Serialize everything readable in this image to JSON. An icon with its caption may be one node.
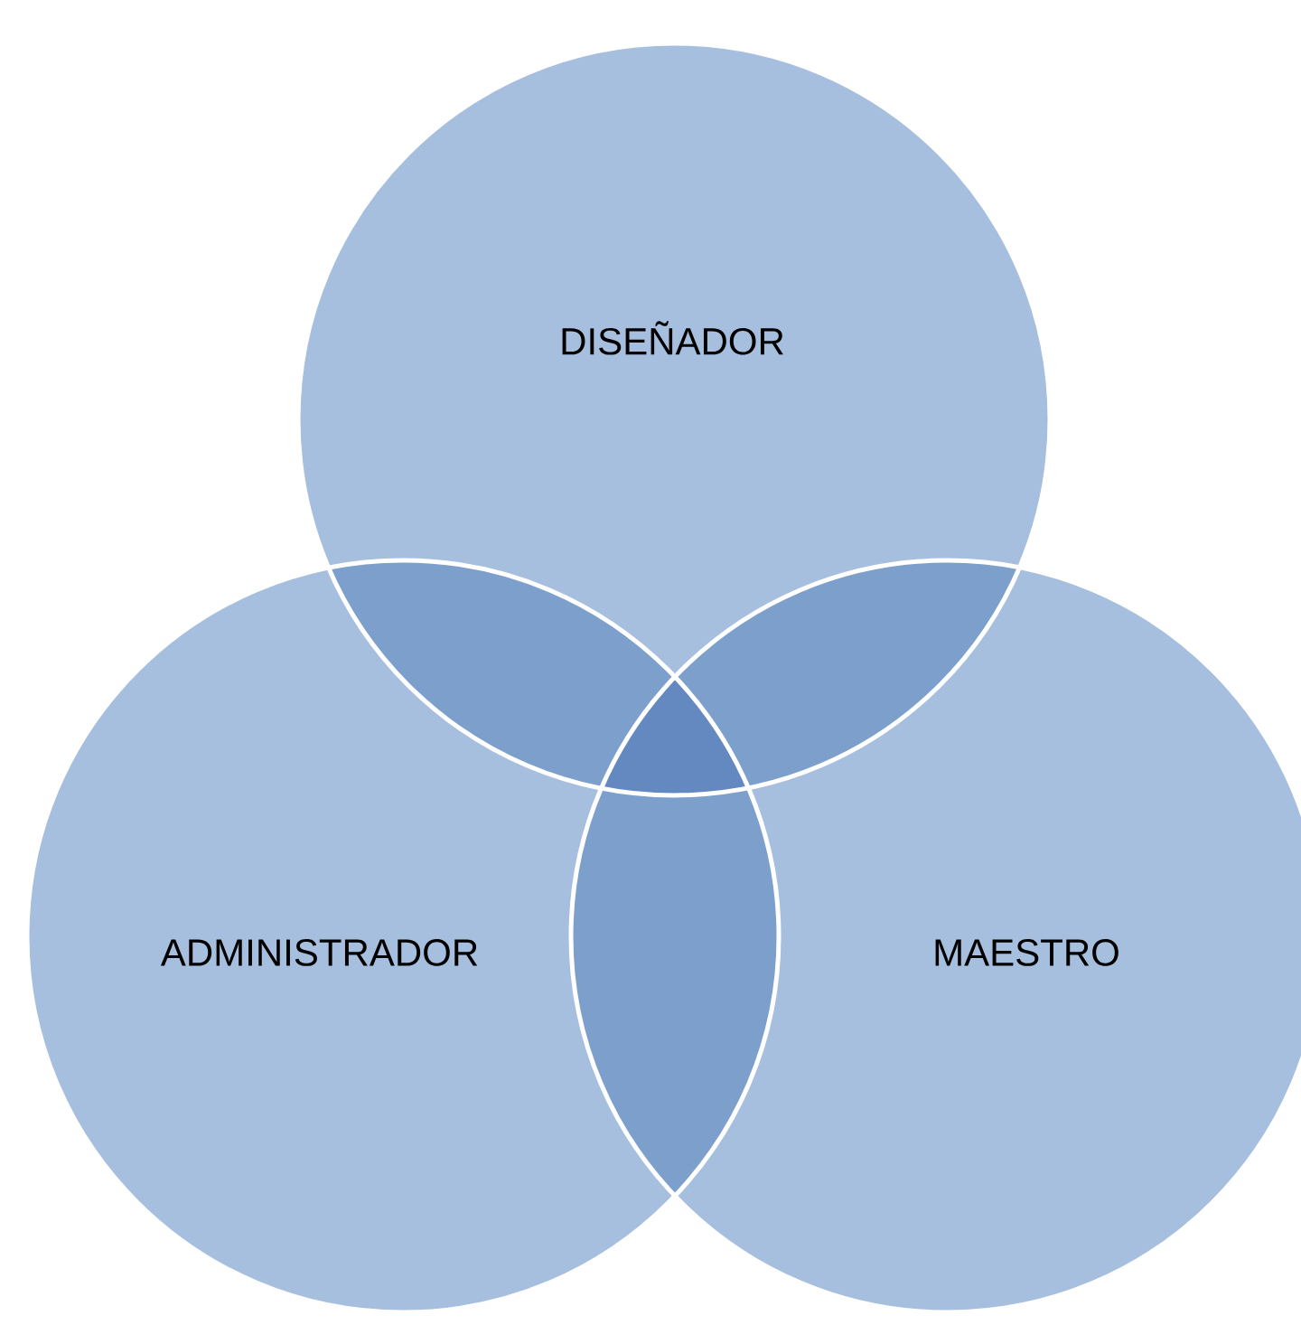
{
  "diagram": {
    "nodes": [
      {
        "text": [
          "DISEÑADOR"
        ]
      },
      {
        "text": [
          "ADMINISTRADOR"
        ]
      },
      {
        "text": [
          "MAESTRO"
        ]
      }
    ]
  }
}
